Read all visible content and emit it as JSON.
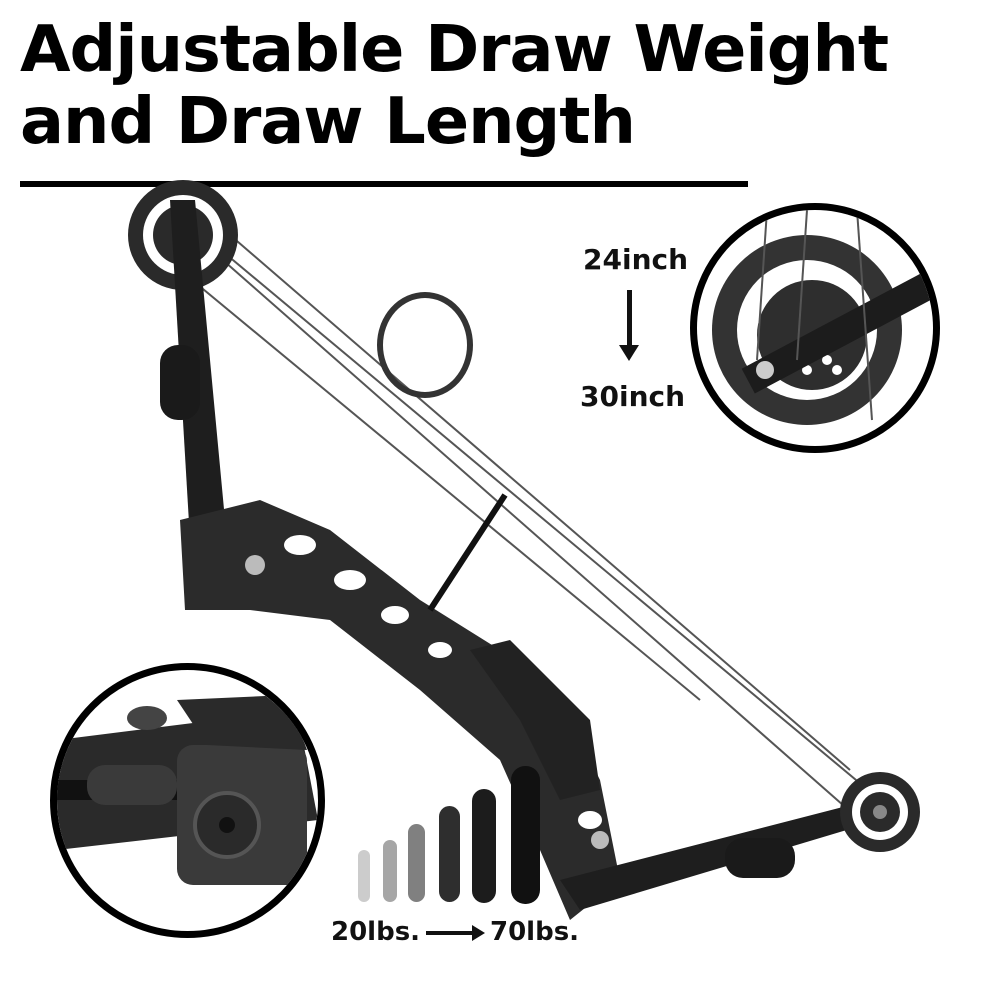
{
  "heading": {
    "line1": "Adjustable Draw Weight",
    "line2": "and Draw Length"
  },
  "draw_length": {
    "from": "24inch",
    "to": "30inch",
    "arrow_icon": "down-arrow"
  },
  "draw_weight": {
    "from": "20lbs.",
    "to": "70lbs.",
    "arrow_icon": "right-arrow",
    "bars": [
      {
        "height": 52,
        "color": "#cccccc"
      },
      {
        "height": 62,
        "color": "#a6a6a6"
      },
      {
        "height": 78,
        "color": "#808080"
      },
      {
        "height": 96,
        "color": "#2e2e2e"
      },
      {
        "height": 114,
        "color": "#1c1c1c"
      },
      {
        "height": 138,
        "color": "#111111"
      }
    ]
  },
  "insets": {
    "cam_detail": "cam-wheel-closeup",
    "limb_pocket_detail": "limb-bolt-closeup"
  },
  "colors": {
    "text": "#000000",
    "bow_body": "#2b2b2b",
    "background": "#ffffff"
  }
}
